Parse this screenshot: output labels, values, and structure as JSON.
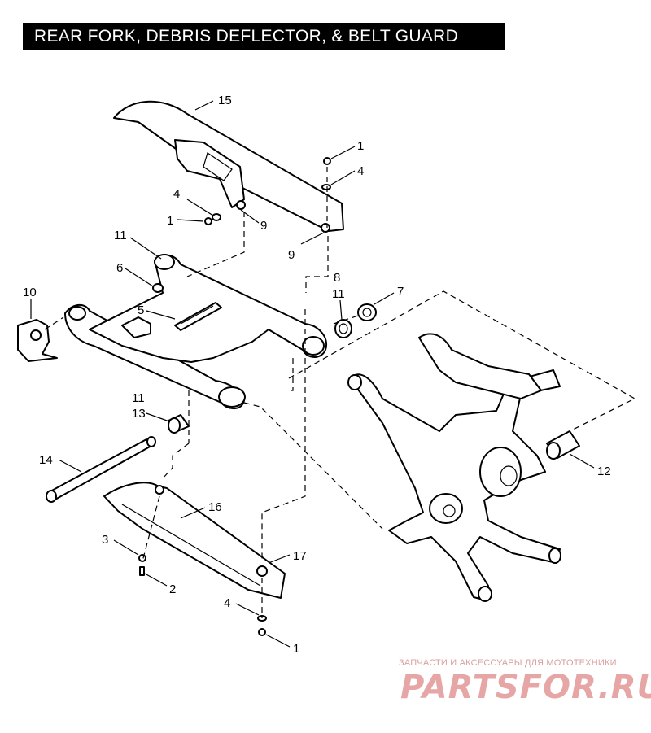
{
  "header": {
    "title": "REAR FORK, DEBRIS DEFLECTOR, & BELT GUARD"
  },
  "callouts": {
    "c1a": "1",
    "c4a": "4",
    "c4b": "4",
    "c1b": "1",
    "c9a": "9",
    "c9b": "9",
    "c15": "15",
    "c11a": "11",
    "c6": "6",
    "c5": "5",
    "c10": "10",
    "c8": "8",
    "c11b": "11",
    "c7": "7",
    "c11c": "11",
    "c13": "13",
    "c14": "14",
    "c16": "16",
    "c12": "12",
    "c3": "3",
    "c17": "17",
    "c2": "2",
    "c4c": "4",
    "c1c": "1"
  },
  "watermark": {
    "tagline": "ЗАПЧАСТИ И АКСЕССУАРЫ ДЛЯ МОТОТЕХНИКИ",
    "logo": "PARTSFOR.RU"
  }
}
